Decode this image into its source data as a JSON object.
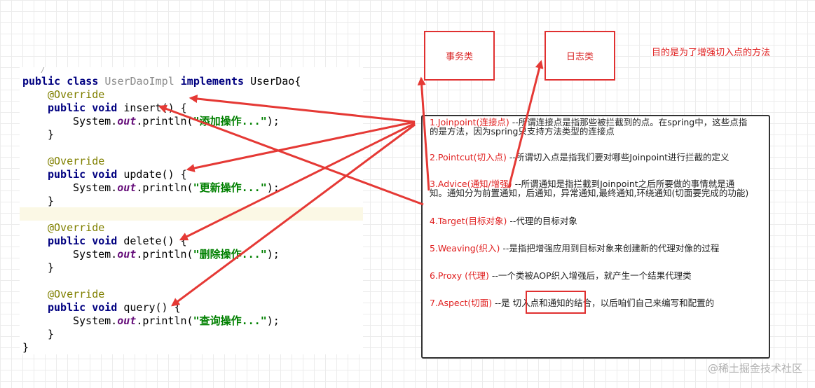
{
  "code": {
    "brace_top": "/",
    "class_decl": {
      "kw1": "public",
      "kw2": "class",
      "name": "UserDaoImpl",
      "kw3": "implements",
      "iface": "UserDao{"
    },
    "methods": [
      {
        "annotation": "@Override",
        "kw1": "public",
        "kw2": "void",
        "name": "insert() {",
        "sys": "System.",
        "out": "out",
        "println": ".println(",
        "str": "\"添加操作...\"",
        "end": ");"
      },
      {
        "annotation": "@Override",
        "kw1": "public",
        "kw2": "void",
        "name": "update() {",
        "sys": "System.",
        "out": "out",
        "println": ".println(",
        "str": "\"更新操作...\"",
        "end": ");"
      },
      {
        "annotation": "@Override",
        "kw1": "public",
        "kw2": "void",
        "name": "delete() {",
        "sys": "System.",
        "out": "out",
        "println": ".println(",
        "str": "\"删除操作...\"",
        "end": ");"
      },
      {
        "annotation": "@Override",
        "kw1": "public",
        "kw2": "void",
        "name": "query() {",
        "sys": "System.",
        "out": "out",
        "println": ".println(",
        "str": "\"查询操作...\"",
        "end": ");"
      }
    ],
    "method_close": "}",
    "class_close": "}"
  },
  "boxes": {
    "transaction": "事务类",
    "log": "日志类"
  },
  "goal_text": "目的是为了增强切入点的方法",
  "definitions": [
    {
      "term": "1.Joinpoint(连接点)",
      "line1": "  --所谓连接点是指那些被拦截到的点。在spring中，这些点指",
      "line2": "的是方法，因为spring只支持方法类型的连接点"
    },
    {
      "term": "2.Pointcut(切入点)",
      "line1": "    --所谓切入点是指我们要对哪些Joinpoint进行拦截的定义",
      "line2": ""
    },
    {
      "term": "3.Advice(通知/增强)",
      "line1": "  --所谓通知是指拦截到Joinpoint之后所要做的事情就是通",
      "line2": "知。通知分为前置通知，后通知，异常通知,最终通知,环绕通知(切面要完成的功能)"
    },
    {
      "term": "4.Target(目标对象)",
      "line1": "   --代理的目标对象",
      "line2": ""
    },
    {
      "term": "5.Weaving(织入)",
      "line1": "     --是指把增强应用到目标对象来创建新的代理对像的过程",
      "line2": ""
    },
    {
      "term": "6.Proxy (代理)",
      "line1": "         --一个类被AOP织入增强后，就产生一个结果代理类",
      "line2": ""
    },
    {
      "term": "7.Aspect(切面)",
      "line1": "          --是 切入点和通知的结合，以后咱们自己来编写和配置的",
      "line2": ""
    }
  ],
  "watermark": "@稀土掘金技术社区",
  "colors": {
    "arrow": "#e53935",
    "keyword": "#000080",
    "string": "#008000",
    "annotation": "#808000",
    "term": "#e02020"
  }
}
